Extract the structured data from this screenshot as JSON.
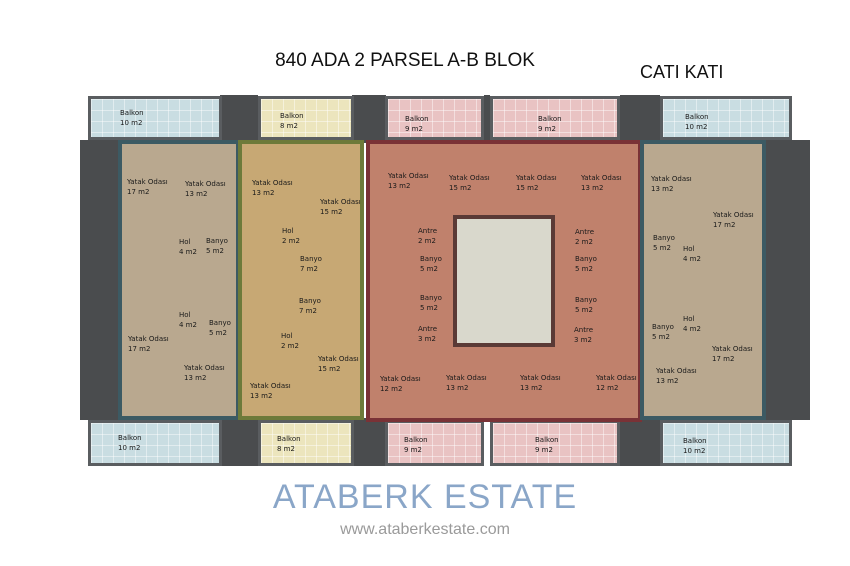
{
  "title": "840 ADA 2 PARSEL A-B BLOK",
  "subtitle": "CATI KATI",
  "watermark": {
    "brand": "ATABERK ESTATE",
    "url": "www.ataberkestate.com"
  },
  "colors": {
    "unit_a": "#c9dde2",
    "unit_b": "#ece5bd",
    "unit_c": "#e9c3c3",
    "walls": "#4a4c4e"
  },
  "rooms": [
    {
      "name": "Balkon",
      "area": "10 m2"
    },
    {
      "name": "Yatak Odası",
      "area": "17 m2"
    },
    {
      "name": "Yatak Odası",
      "area": "13 m2"
    },
    {
      "name": "Hol",
      "area": "4 m2"
    },
    {
      "name": "Banyo",
      "area": "5 m2"
    },
    {
      "name": "Hol",
      "area": "4 m2"
    },
    {
      "name": "Banyo",
      "area": "5 m2"
    },
    {
      "name": "Yatak Odası",
      "area": "17 m2"
    },
    {
      "name": "Yatak Odası",
      "area": "13 m2"
    },
    {
      "name": "Balkon",
      "area": "10 m2"
    },
    {
      "name": "Balkon",
      "area": "8 m2"
    },
    {
      "name": "Yatak Odası",
      "area": "13 m2"
    },
    {
      "name": "Yatak Odası",
      "area": "15 m2"
    },
    {
      "name": "Hol",
      "area": "2 m2"
    },
    {
      "name": "Banyo",
      "area": "7 m2"
    },
    {
      "name": "Banyo",
      "area": "7 m2"
    },
    {
      "name": "Hol",
      "area": "2 m2"
    },
    {
      "name": "Yatak Odası",
      "area": "15 m2"
    },
    {
      "name": "Yatak Odası",
      "area": "13 m2"
    },
    {
      "name": "Balkon",
      "area": "8 m2"
    },
    {
      "name": "Balkon",
      "area": "9 m2"
    },
    {
      "name": "Balkon",
      "area": "9 m2"
    },
    {
      "name": "Yatak Odası",
      "area": "13 m2"
    },
    {
      "name": "Yatak Odası",
      "area": "15 m2"
    },
    {
      "name": "Yatak Odası",
      "area": "15 m2"
    },
    {
      "name": "Yatak Odası",
      "area": "13 m2"
    },
    {
      "name": "Antre",
      "area": "2 m2"
    },
    {
      "name": "Antre",
      "area": "2 m2"
    },
    {
      "name": "Banyo",
      "area": "5 m2"
    },
    {
      "name": "Banyo",
      "area": "5 m2"
    },
    {
      "name": "Banyo",
      "area": "5 m2"
    },
    {
      "name": "Banyo",
      "area": "5 m2"
    },
    {
      "name": "Antre",
      "area": "3 m2"
    },
    {
      "name": "Antre",
      "area": "3 m2"
    },
    {
      "name": "Yatak Odası",
      "area": "12 m2"
    },
    {
      "name": "Yatak Odası",
      "area": "13 m2"
    },
    {
      "name": "Yatak Odası",
      "area": "13 m2"
    },
    {
      "name": "Yatak Odası",
      "area": "12 m2"
    },
    {
      "name": "Balkon",
      "area": "9 m2"
    },
    {
      "name": "Balkon",
      "area": "9 m2"
    },
    {
      "name": "Balkon",
      "area": "10 m2"
    },
    {
      "name": "Yatak Odası",
      "area": "13 m2"
    },
    {
      "name": "Yatak Odası",
      "area": "17 m2"
    },
    {
      "name": "Banyo",
      "area": "5 m2"
    },
    {
      "name": "Hol",
      "area": "4 m2"
    },
    {
      "name": "Hol",
      "area": "4 m2"
    },
    {
      "name": "Banyo",
      "area": "5 m2"
    },
    {
      "name": "Yatak Odası",
      "area": "17 m2"
    },
    {
      "name": "Yatak Odası",
      "area": "13 m2"
    },
    {
      "name": "Balkon",
      "area": "10 m2"
    }
  ]
}
